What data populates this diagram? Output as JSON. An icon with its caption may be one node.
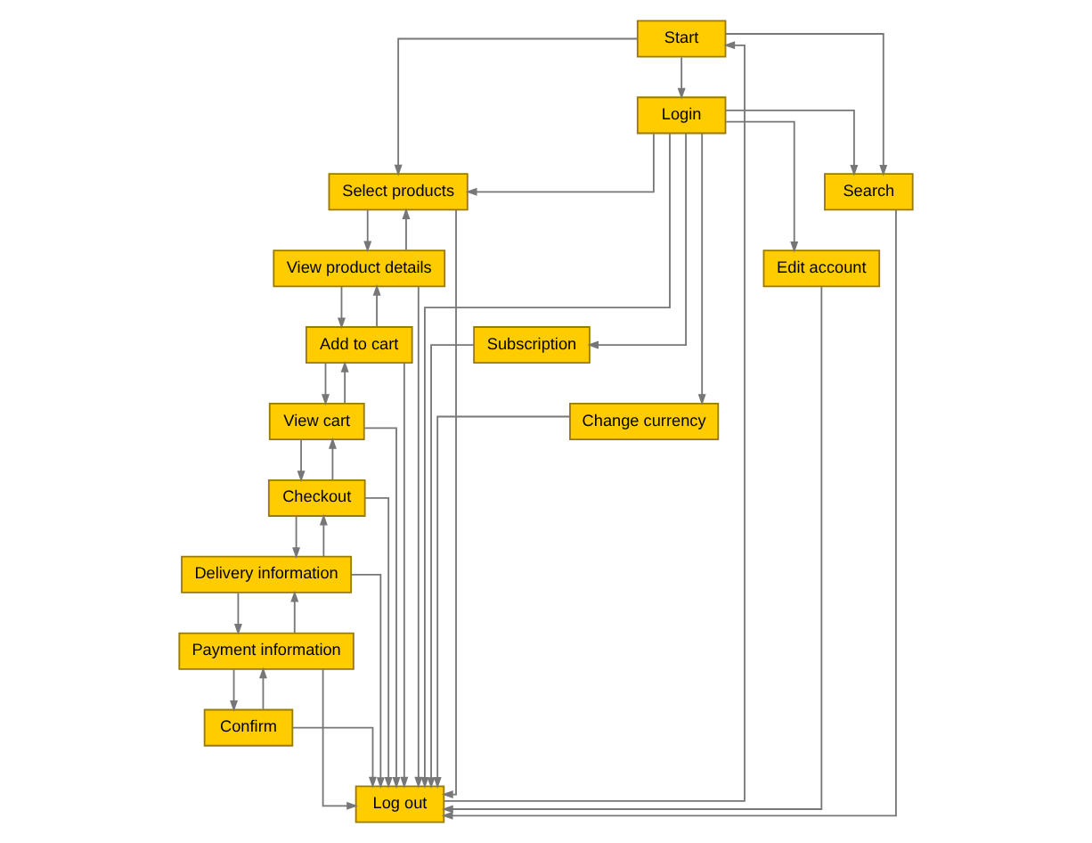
{
  "diagram": {
    "nodes": [
      {
        "text": [
          "Start"
        ]
      },
      {
        "text": [
          "Login"
        ]
      },
      {
        "text": [
          "Select products"
        ]
      },
      {
        "text": [
          "Edit account"
        ]
      },
      {
        "text": [
          "Subscription"
        ]
      },
      {
        "text": [
          "Change currency"
        ]
      },
      {
        "text": [
          "Search"
        ]
      },
      {
        "text": [
          "View product details"
        ]
      },
      {
        "text": [
          "Add to cart"
        ]
      },
      {
        "text": [
          "View cart"
        ]
      },
      {
        "text": [
          "Checkout"
        ]
      },
      {
        "text": [
          "Delivery information"
        ]
      },
      {
        "text": [
          "Payment information"
        ]
      },
      {
        "text": [
          "Confirm"
        ]
      },
      {
        "text": [
          "Log out"
        ]
      }
    ],
    "edges": [
      {
        "from": 0,
        "to": 1,
        "arrow": "to"
      },
      {
        "from": 0,
        "to": 2,
        "arrow": "to"
      },
      {
        "from": 0,
        "to": 6,
        "arrow": "to"
      },
      {
        "from": 1,
        "to": 2,
        "arrow": "to"
      },
      {
        "from": 1,
        "to": 3,
        "arrow": "to"
      },
      {
        "from": 1,
        "to": 4,
        "arrow": "to"
      },
      {
        "from": 1,
        "to": 5,
        "arrow": "to"
      },
      {
        "from": 1,
        "to": 6,
        "arrow": "to"
      },
      {
        "from": 2,
        "to": 7,
        "arrow": "to"
      },
      {
        "from": 7,
        "to": 2,
        "arrow": "to"
      },
      {
        "from": 7,
        "to": 8,
        "arrow": "to"
      },
      {
        "from": 8,
        "to": 7,
        "arrow": "to"
      },
      {
        "from": 8,
        "to": 9,
        "arrow": "to"
      },
      {
        "from": 9,
        "to": 8,
        "arrow": "to"
      },
      {
        "from": 9,
        "to": 10,
        "arrow": "to"
      },
      {
        "from": 10,
        "to": 9,
        "arrow": "to"
      },
      {
        "from": 10,
        "to": 11,
        "arrow": "to"
      },
      {
        "from": 11,
        "to": 10,
        "arrow": "to"
      },
      {
        "from": 11,
        "to": 12,
        "arrow": "to"
      },
      {
        "from": 12,
        "to": 11,
        "arrow": "to"
      },
      {
        "from": 12,
        "to": 13,
        "arrow": "to"
      },
      {
        "from": 13,
        "to": 12,
        "arrow": "to"
      },
      {
        "from": 1,
        "to": 14,
        "arrow": "to"
      },
      {
        "from": 2,
        "to": 14,
        "arrow": "to"
      },
      {
        "from": 3,
        "to": 14,
        "arrow": "to"
      },
      {
        "from": 4,
        "to": 14,
        "arrow": "to"
      },
      {
        "from": 5,
        "to": 14,
        "arrow": "to"
      },
      {
        "from": 6,
        "to": 14,
        "arrow": "to"
      },
      {
        "from": 7,
        "to": 14,
        "arrow": "to"
      },
      {
        "from": 8,
        "to": 14,
        "arrow": "to"
      },
      {
        "from": 9,
        "to": 14,
        "arrow": "to"
      },
      {
        "from": 10,
        "to": 14,
        "arrow": "to"
      },
      {
        "from": 11,
        "to": 14,
        "arrow": "to"
      },
      {
        "from": 12,
        "to": 14,
        "arrow": "to"
      },
      {
        "from": 13,
        "to": 14,
        "arrow": "to"
      },
      {
        "from": 14,
        "to": 0,
        "arrow": "to"
      }
    ]
  }
}
